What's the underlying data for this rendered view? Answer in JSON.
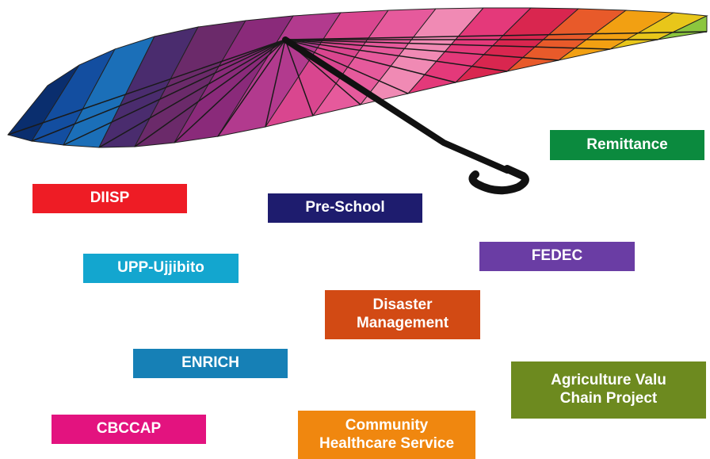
{
  "programs": {
    "remittance": {
      "label": "Remittance",
      "color": "#0b8a3e"
    },
    "diisp": {
      "label": "DIISP",
      "color": "#ee1c25"
    },
    "preschool": {
      "label": "Pre-School",
      "color": "#1e1c6e"
    },
    "upp": {
      "label": "UPP-Ujjibito",
      "color": "#13a6cf"
    },
    "fedec": {
      "label": "FEDEC",
      "color": "#6a3da4"
    },
    "disaster": {
      "label": "Disaster Management",
      "color": "#d24a14"
    },
    "enrich": {
      "label": "ENRICH",
      "color": "#1680b6"
    },
    "agriculture": {
      "label": "Agriculture Valu Chain Project",
      "color": "#6d8a1f"
    },
    "cbccap": {
      "label": "CBCCAP",
      "color": "#e3137f"
    },
    "community": {
      "label": "Community Healthcare Service",
      "color": "#f0870f"
    }
  },
  "umbrella_icon": "umbrella-icon"
}
